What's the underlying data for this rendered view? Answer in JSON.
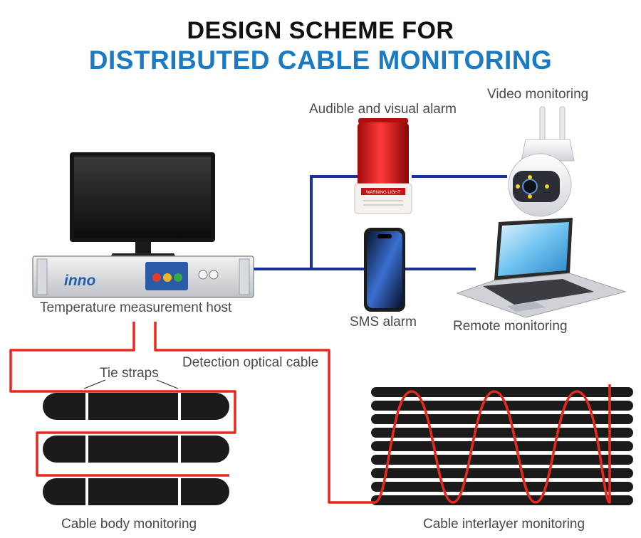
{
  "title": {
    "line1": "DESIGN SCHEME FOR",
    "line2": "DISTRIBUTED CABLE MONITORING"
  },
  "labels": {
    "video": "Video monitoring",
    "alarm": "Audible and visual alarm",
    "host": "Temperature measurement host",
    "sms": "SMS alarm",
    "remote": "Remote monitoring",
    "optical": "Detection optical cable",
    "tie": "Tie straps",
    "body": "Cable body monitoring",
    "interlayer": "Cable interlayer monitoring"
  },
  "device_text": {
    "brand": "inno",
    "warning_light": "WARNING LIGHT"
  },
  "colors": {
    "title_blue": "#1a7bc4",
    "link_blue": "#1c2f9a",
    "fiber_red": "#e8281e",
    "cable_black": "#1b1b1b"
  }
}
